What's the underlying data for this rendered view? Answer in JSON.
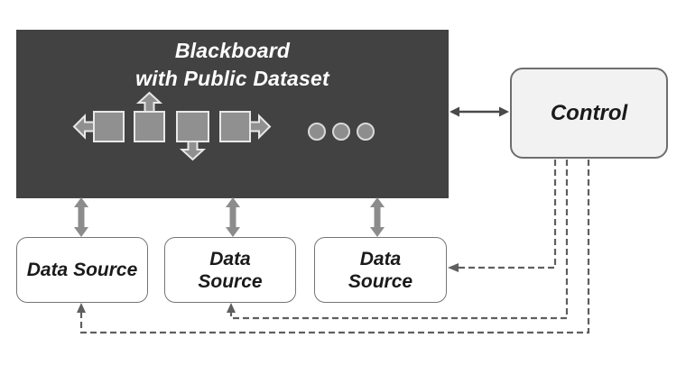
{
  "blackboard": {
    "title": "Blackboard\nwith Public Dataset",
    "modules": [
      "block-arrow-left",
      "block-arrow-up",
      "block-arrow-down",
      "block-arrow-right"
    ],
    "ellipsis_dot_count": 3
  },
  "control": {
    "label": "Control"
  },
  "data_sources": [
    {
      "label": "Data Source"
    },
    {
      "label": "Data\nSource"
    },
    {
      "label": "Data\nSource"
    }
  ],
  "connectors": {
    "blackboard_control": "bidirectional-solid-arrow",
    "blackboard_datasources": "bidirectional-thick-arrows",
    "control_datasources": "dashed-one-way-arrows"
  },
  "colors": {
    "blackboard_bg": "#424242",
    "module_fill": "#909090",
    "module_border": "#e8e8e8",
    "control_fill": "#f2f2f2",
    "datasource_fill": "#ffffff",
    "box_border": "#6e6e6e",
    "title_text": "#ffffff",
    "label_text": "#1a1a1a",
    "thick_double_arrow": "#8c8c8c",
    "control_link_arrow": "#4a4a4a",
    "dashed_line": "#5f5f5f"
  }
}
